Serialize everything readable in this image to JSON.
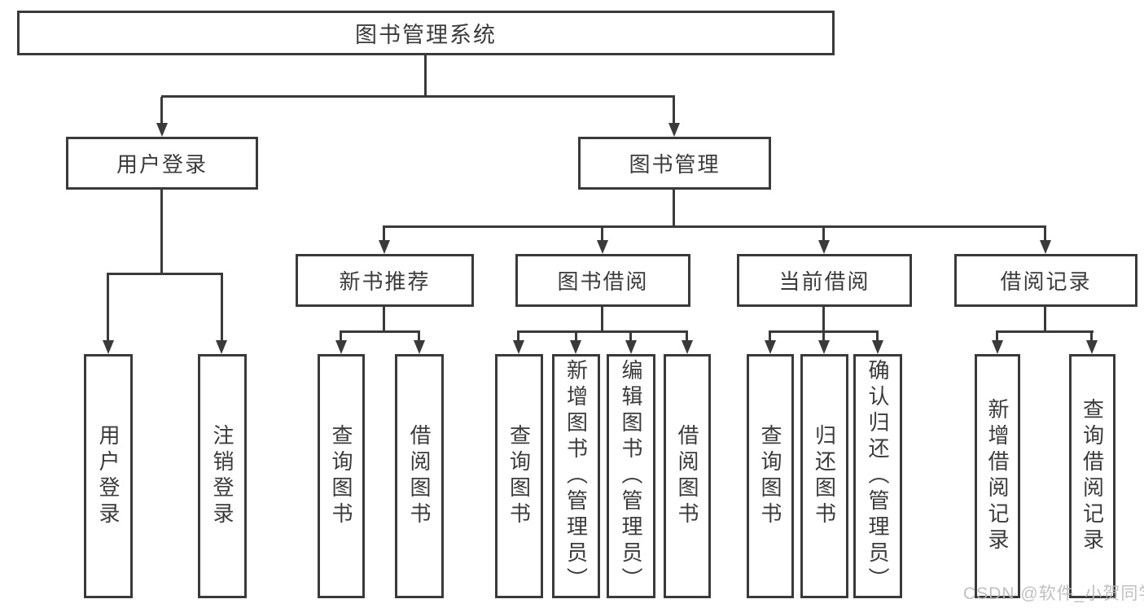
{
  "diagram": {
    "root_label": "图书管理系统",
    "level2": [
      {
        "label": "用户登录",
        "leaves": [
          {
            "label": "用户登录"
          },
          {
            "label": "注销登录"
          }
        ]
      },
      {
        "label": "图书管理"
      }
    ],
    "level3": [
      {
        "label": "新书推荐",
        "leaves": [
          {
            "label": "查询图书"
          },
          {
            "label": "借阅图书"
          }
        ]
      },
      {
        "label": "图书借阅",
        "leaves": [
          {
            "label": "查询图书"
          },
          {
            "label": "新增图书（管理员）"
          },
          {
            "label": "编辑图书（管理员）"
          },
          {
            "label": "借阅图书"
          }
        ]
      },
      {
        "label": "当前借阅",
        "leaves": [
          {
            "label": "查询图书"
          },
          {
            "label": "归还图书"
          },
          {
            "label": "确认归还（管理员）"
          }
        ]
      },
      {
        "label": "借阅记录",
        "leaves": [
          {
            "label": "新增借阅记录"
          },
          {
            "label": "查询借阅记录"
          }
        ]
      }
    ]
  },
  "colors": {
    "line": "#3a3a3a",
    "text": "#3b3b3b",
    "watermark": "#b9b9b9"
  },
  "watermark": "CSDN @软件_小贺同学"
}
